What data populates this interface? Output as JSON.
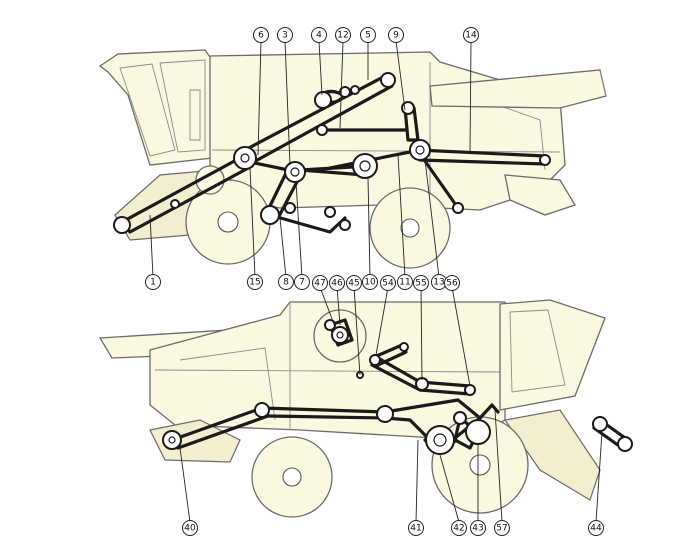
{
  "callouts": [
    {
      "id": "c1",
      "label": "1"
    },
    {
      "id": "c3",
      "label": "3"
    },
    {
      "id": "c4",
      "label": "4"
    },
    {
      "id": "c5",
      "label": "5"
    },
    {
      "id": "c6",
      "label": "6"
    },
    {
      "id": "c7",
      "label": "7"
    },
    {
      "id": "c8",
      "label": "8"
    },
    {
      "id": "c9",
      "label": "9"
    },
    {
      "id": "c10",
      "label": "10"
    },
    {
      "id": "c11",
      "label": "11"
    },
    {
      "id": "c12",
      "label": "12"
    },
    {
      "id": "c13",
      "label": "13"
    },
    {
      "id": "c14",
      "label": "14"
    },
    {
      "id": "c15",
      "label": "15"
    },
    {
      "id": "c40",
      "label": "40"
    },
    {
      "id": "c41",
      "label": "41"
    },
    {
      "id": "c42",
      "label": "42"
    },
    {
      "id": "c43",
      "label": "43"
    },
    {
      "id": "c44",
      "label": "44"
    },
    {
      "id": "c45",
      "label": "45"
    },
    {
      "id": "c46",
      "label": "46"
    },
    {
      "id": "c47",
      "label": "47"
    },
    {
      "id": "c54",
      "label": "54"
    },
    {
      "id": "c55",
      "label": "55"
    },
    {
      "id": "c56",
      "label": "56"
    },
    {
      "id": "c57",
      "label": "57"
    }
  ]
}
